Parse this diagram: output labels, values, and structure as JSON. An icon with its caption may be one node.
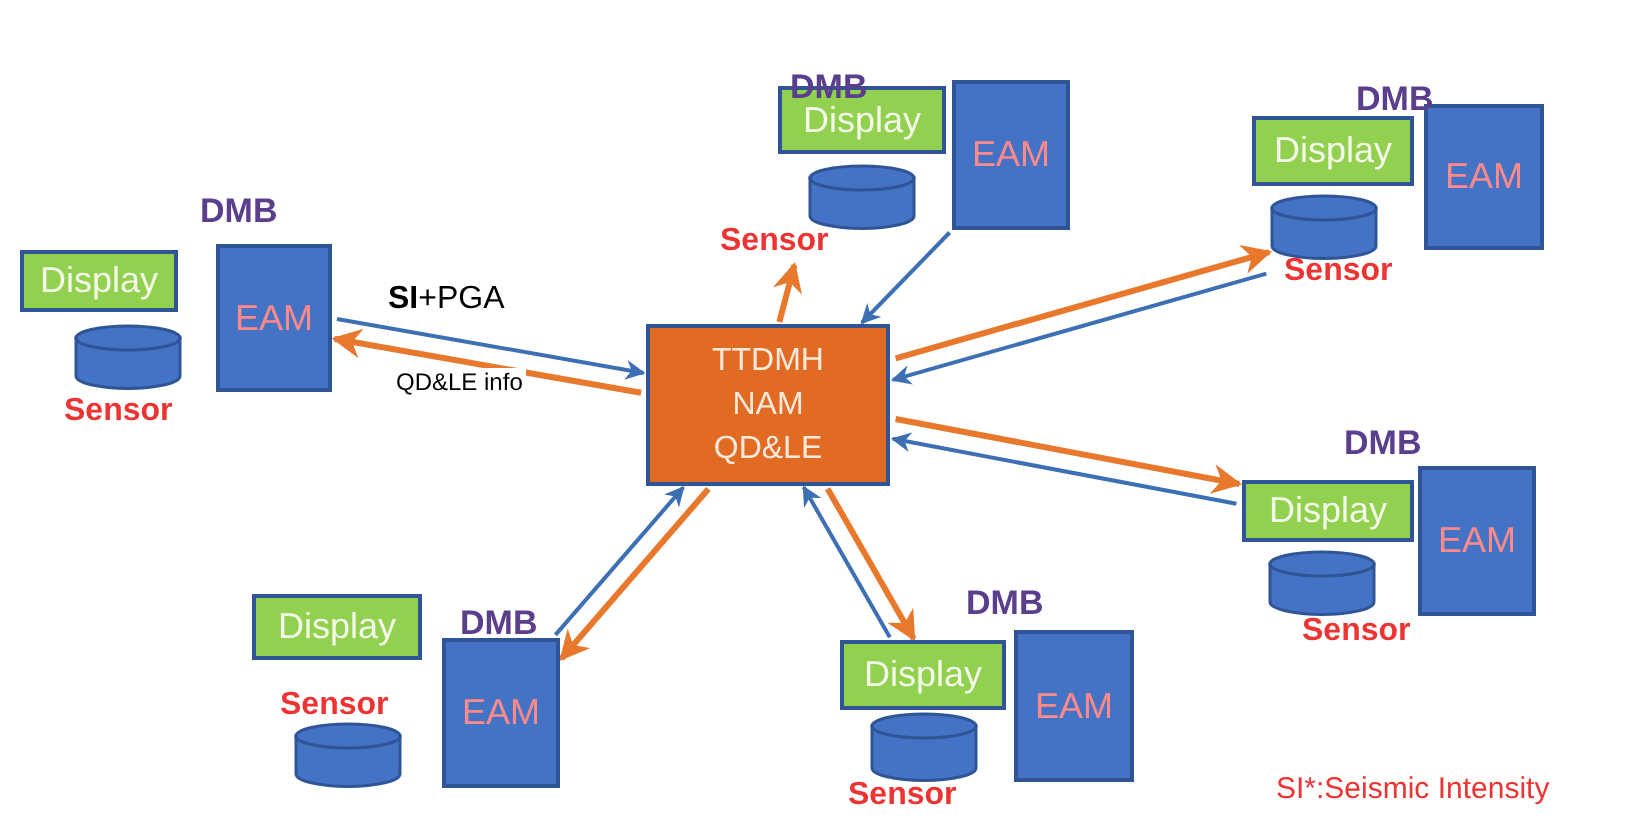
{
  "diagram": {
    "nodes": [
      {
        "text": [
          "Display"
        ]
      },
      {
        "text": [
          "Sensor"
        ]
      },
      {
        "text": [
          "EAM"
        ]
      },
      {
        "text": [
          "Display"
        ]
      },
      {
        "text": [
          "Sensor"
        ]
      },
      {
        "text": [
          "EAM"
        ]
      },
      {
        "text": [
          "Display"
        ]
      },
      {
        "text": [
          "Sensor"
        ]
      },
      {
        "text": [
          "EAM"
        ]
      },
      {
        "text": [
          "TTDMH",
          "NAM",
          "QD&LE"
        ]
      },
      {
        "text": [
          "Display"
        ]
      },
      {
        "text": [
          "Sensor"
        ]
      },
      {
        "text": [
          "EAM"
        ]
      },
      {
        "text": [
          "Display"
        ]
      },
      {
        "text": [
          "Sensor"
        ]
      },
      {
        "text": [
          "EAM"
        ]
      },
      {
        "text": [
          "Display"
        ]
      },
      {
        "text": [
          "Sensor"
        ]
      },
      {
        "text": [
          "EAM"
        ]
      }
    ],
    "edges": [
      {
        "from": 8,
        "to": 9,
        "arrow": "to",
        "label": "**SI**+PGA"
      },
      {
        "from": 9,
        "to": 8,
        "arrow": "to",
        "label": "QD&LE info",
        "color": "#e8782c"
      },
      {
        "from": 9,
        "to": 1,
        "arrow": "to",
        "color": "#e8782c"
      },
      {
        "from": 2,
        "to": 9,
        "arrow": "to"
      },
      {
        "from": 9,
        "to": 4,
        "arrow": "to",
        "color": "#e8782c"
      },
      {
        "from": 4,
        "to": 9,
        "arrow": "to"
      },
      {
        "from": 9,
        "to": 10,
        "arrow": "to",
        "color": "#e8782c"
      },
      {
        "from": 10,
        "to": 9,
        "arrow": "to"
      },
      {
        "from": 15,
        "to": 9,
        "arrow": "to"
      },
      {
        "from": 9,
        "to": 15,
        "arrow": "to",
        "color": "#e8782c"
      },
      {
        "from": 9,
        "to": 16,
        "arrow": "to",
        "color": "#e8782c"
      },
      {
        "from": 16,
        "to": 9,
        "arrow": "to"
      }
    ],
    "labels": [
      "DMB",
      "DMB",
      "DMB",
      "DMB",
      "DMB",
      "DMB",
      "SI*:Seismic Intensity"
    ]
  }
}
